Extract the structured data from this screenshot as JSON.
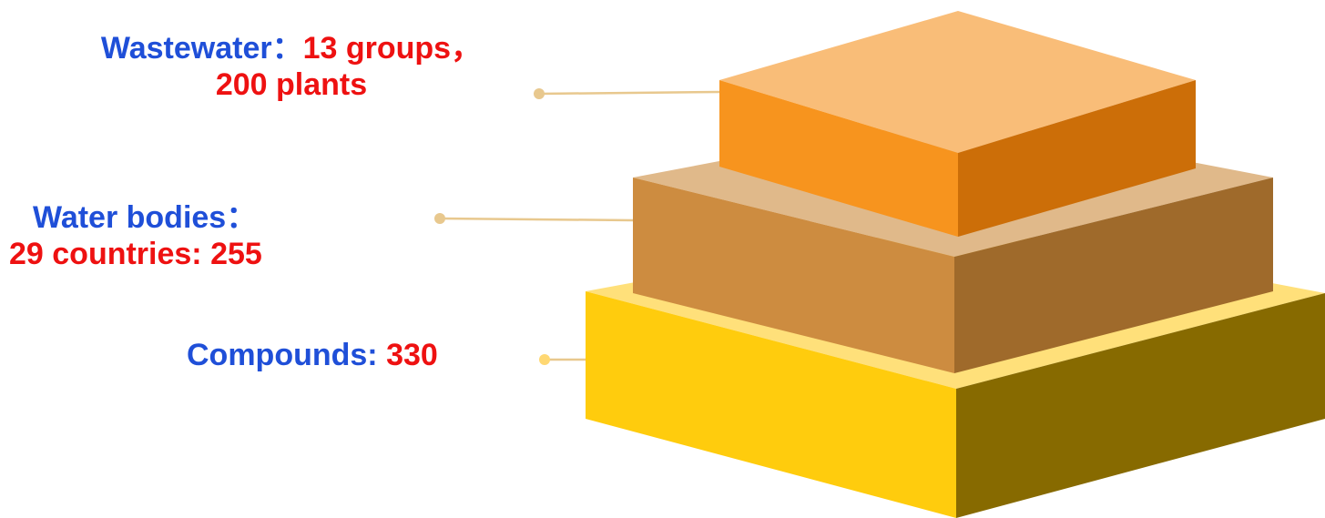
{
  "layers": {
    "wastewater": {
      "category": "Wastewater",
      "separator": "：",
      "detail_line1": "13 groups，",
      "detail_line2": "200 plants"
    },
    "water_bodies": {
      "category": "Water bodies",
      "separator": "：",
      "detail": "29 countries: 255"
    },
    "compounds": {
      "category": "Compounds: ",
      "value": "330"
    }
  },
  "colors": {
    "label_blue": "#1f4fd8",
    "value_red": "#ee1111",
    "top_tier": "#f7941e",
    "middle_tier": "#cd8c40",
    "bottom_tier": "#ffcc0d",
    "connector": "#e8c88e"
  }
}
